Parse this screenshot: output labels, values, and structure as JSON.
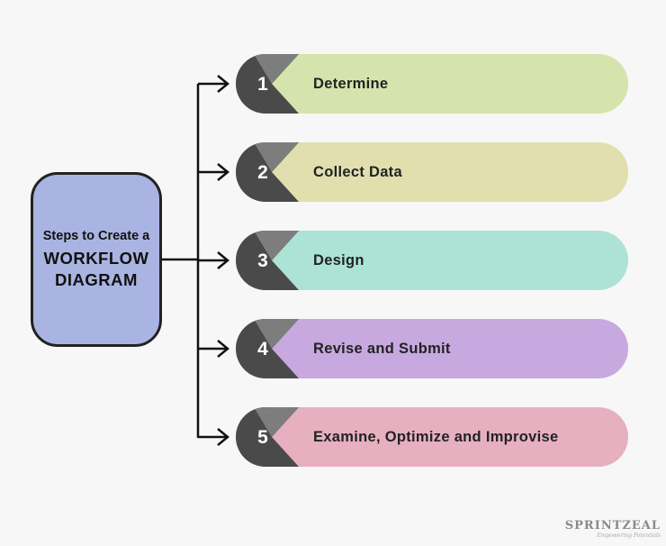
{
  "main": {
    "line1": "Steps to Create a",
    "line2": "WORKFLOW",
    "line3": "DIAGRAM"
  },
  "steps": [
    {
      "number": "1",
      "label": "Determine",
      "color": "#d5e4ac"
    },
    {
      "number": "2",
      "label": "Collect Data",
      "color": "#e1dfae"
    },
    {
      "number": "3",
      "label": "Design",
      "color": "#ade3d6"
    },
    {
      "number": "4",
      "label": "Revise and Submit",
      "color": "#c7a9e0"
    },
    {
      "number": "5",
      "label": "Examine, Optimize and Improvise",
      "color": "#e6b0c0"
    }
  ],
  "logo": {
    "name": "SPRINTZEAL",
    "tagline": "Empowering Potentials"
  },
  "colors": {
    "background": "#f7f7f7",
    "main_box": "#a9b4e2",
    "number_dark": "#4a4a4a",
    "number_light": "#7d7d7d",
    "connector": "#111111"
  }
}
